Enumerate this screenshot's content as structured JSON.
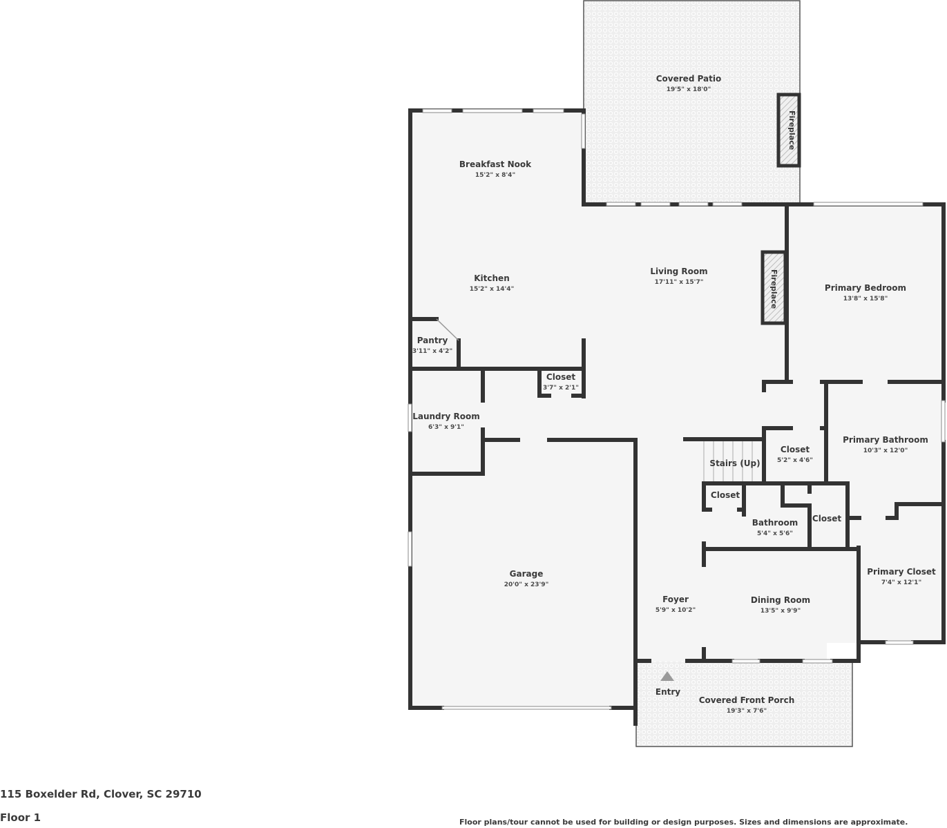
{
  "plan": {
    "address": "115 Boxelder Rd, Clover, SC 29710",
    "floor": "Floor 1",
    "disclaimer": "Floor plans/tour cannot be used for building or design purposes. Sizes and dimensions are approximate.",
    "entry_label": "Entry",
    "colors": {
      "wall": "#333333",
      "floor": "#f5f5f5",
      "outdoor": "#efefef",
      "text": "#3a3a3a"
    }
  },
  "rooms": {
    "covered_patio": {
      "name": "Covered Patio",
      "dims": "19'5\" x 18'0\""
    },
    "breakfast_nook": {
      "name": "Breakfast Nook",
      "dims": "15'2\" x 8'4\""
    },
    "kitchen": {
      "name": "Kitchen",
      "dims": "15'2\" x 14'4\""
    },
    "pantry": {
      "name": "Pantry",
      "dims": "3'11\" x 4'2\""
    },
    "living_room": {
      "name": "Living Room",
      "dims": "17'11\" x 15'7\""
    },
    "primary_bedroom": {
      "name": "Primary Bedroom",
      "dims": "13'8\" x 15'8\""
    },
    "closet_hall": {
      "name": "Closet",
      "dims": "3'7\" x 2'1\""
    },
    "laundry_room": {
      "name": "Laundry Room",
      "dims": "6'3\" x 9'1\""
    },
    "stairs": {
      "name": "Stairs (Up)"
    },
    "closet_mid": {
      "name": "Closet",
      "dims": "5'2\" x 4'6\""
    },
    "primary_bathroom": {
      "name": "Primary Bathroom",
      "dims": "10'3\" x 12'0\""
    },
    "closet_small_left": {
      "name": "Closet"
    },
    "bathroom": {
      "name": "Bathroom",
      "dims": "5'4\" x 5'6\""
    },
    "closet_small_right": {
      "name": "Closet"
    },
    "primary_closet": {
      "name": "Primary Closet",
      "dims": "7'4\" x 12'1\""
    },
    "garage": {
      "name": "Garage",
      "dims": "20'0\" x 23'9\""
    },
    "foyer": {
      "name": "Foyer",
      "dims": "5'9\" x 10'2\""
    },
    "dining_room": {
      "name": "Dining Room",
      "dims": "13'5\" x 9'9\""
    },
    "covered_front_porch": {
      "name": "Covered Front Porch",
      "dims": "19'3\" x 7'6\""
    }
  },
  "fixtures": {
    "fireplace_patio": "Fireplace",
    "fireplace_living": "Fireplace"
  }
}
